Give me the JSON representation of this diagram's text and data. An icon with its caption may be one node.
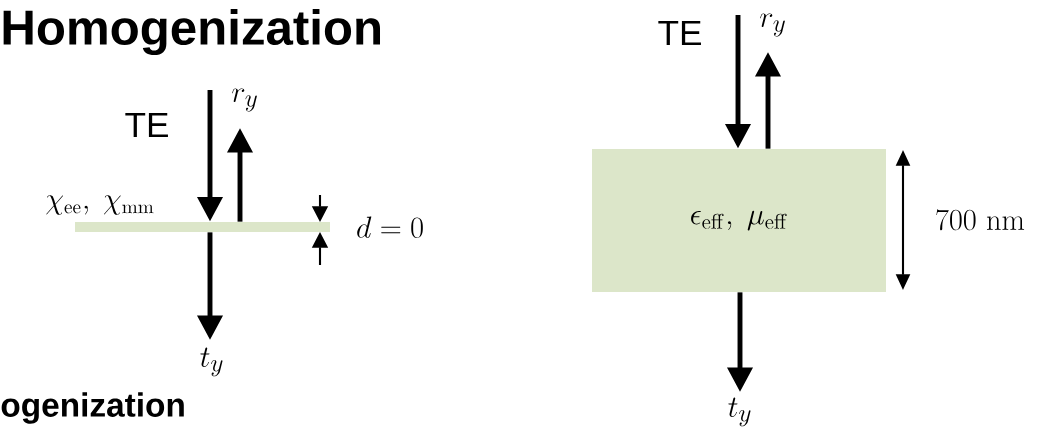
{
  "diagram": {
    "title": "Homogenization",
    "nodes": [
      {
        "text": [],
        "shape": "bar",
        "beside": [
          "\\chi_{\\mathrm{ee}},\\ \\chi_{\\mathrm{mm}}"
        ]
      },
      {
        "text": [
          "\\epsilon_{\\mathrm{eff}},\\ \\mu_{\\mathrm{eff}}"
        ]
      }
    ],
    "edges": [
      {
        "from": null,
        "to": 0,
        "arrow": "to"
      },
      {
        "from": 0,
        "to": null,
        "arrow": "to"
      },
      {
        "from": 0,
        "to": null,
        "arrow": "to"
      },
      {
        "from": null,
        "to": 1,
        "arrow": "to"
      },
      {
        "from": 1,
        "to": null,
        "arrow": "to"
      },
      {
        "from": 1,
        "to": null,
        "arrow": "to"
      }
    ],
    "labels": [
      "TE",
      "r_y",
      "t_y",
      "d = 0",
      "ogenization",
      "TE",
      "r_y",
      "t_y",
      "700\\ \\mathrm{nm}"
    ]
  }
}
